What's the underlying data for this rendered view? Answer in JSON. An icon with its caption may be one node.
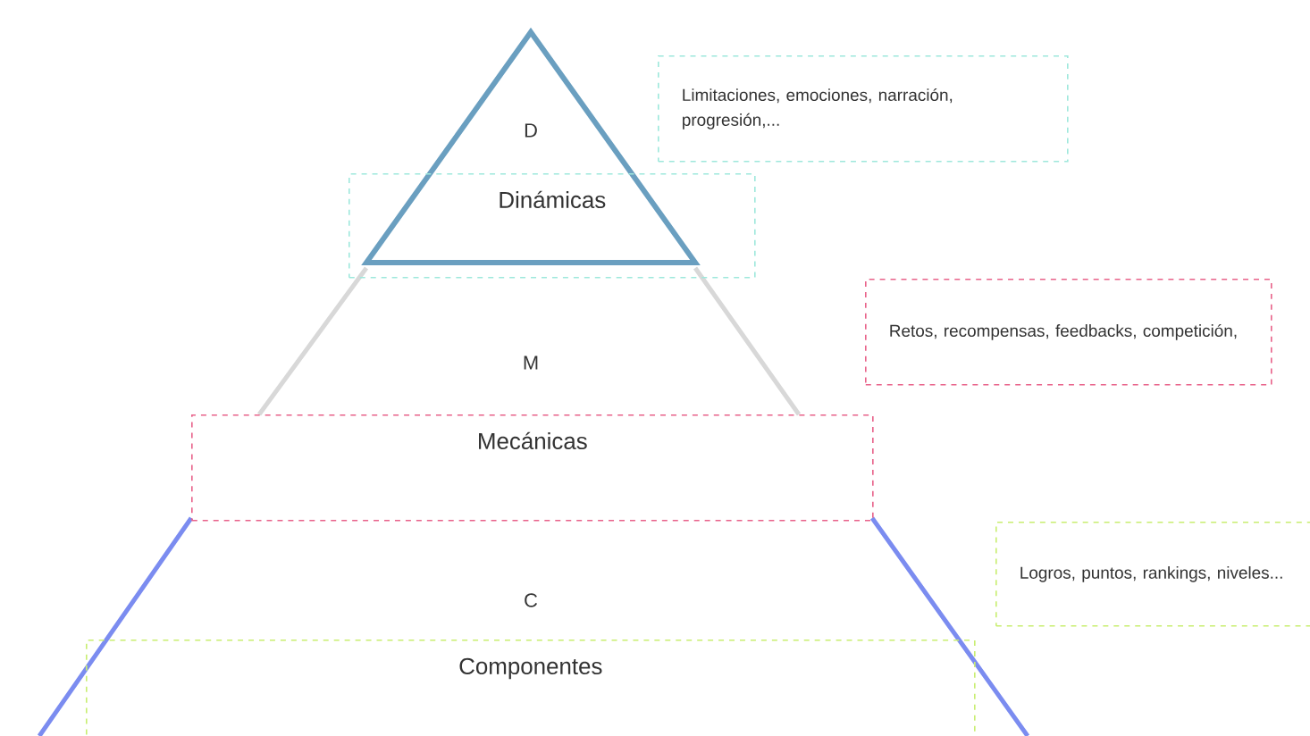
{
  "diagram": {
    "nodes": [
      {
        "text": [
          "Dinámicas"
        ]
      },
      {
        "text": [
          "Limitaciones, emociones, narración, progresión,..."
        ]
      },
      {
        "text": [
          "Mecánicas"
        ]
      },
      {
        "text": [
          "Retos, recompensas, feedbacks, competición,"
        ]
      },
      {
        "text": [
          "Componentes"
        ]
      },
      {
        "text": [
          "Logros, puntos, rankings, niveles..."
        ]
      }
    ],
    "labels": [
      "D",
      "M",
      "C"
    ]
  }
}
